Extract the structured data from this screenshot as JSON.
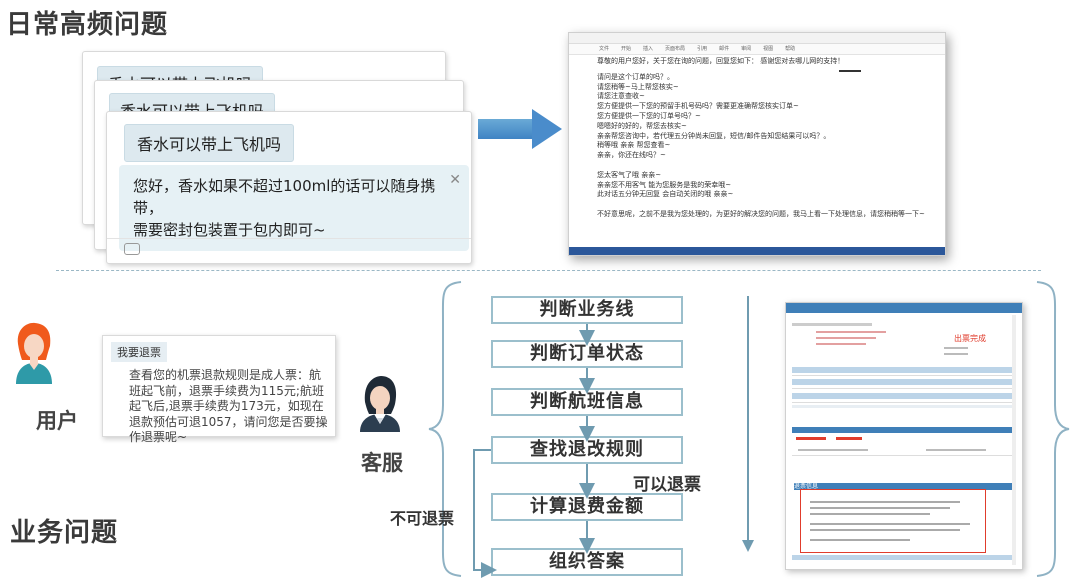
{
  "headings": {
    "top": "日常高频问题",
    "bottom": "业务问题"
  },
  "chat": {
    "question": "香水可以带上飞机吗",
    "answer_line1": "您好，香水如果不超过100ml的话可以随身携带，",
    "answer_line2": "需要密封包装置于包内即可~",
    "close_icon": "close-icon",
    "input_icon": "chat-bubble-icon"
  },
  "doc": {
    "greeting": "尊敬的用户您好，关于您在询的问题，回复您如下：  感谢您对去哪儿网的支持！",
    "lines": [
      "请问是这个订单的吗？。",
      "请您稍等~马上帮您核实~",
      "请您注意查收~",
      "您方便提供一下您的预留手机号码吗？需要更准确帮您核实订单~",
      "您方便提供一下您的订单号吗？~",
      "嗯嗯好的好的，帮您去核实~",
      "亲亲帮您咨询中，若代理五分钟尚未回复，短信/邮件告知您结果可以吗？。",
      "稍等哦  亲亲  帮您查看~",
      "亲亲，你还在线吗？~",
      "",
      "您太客气了哦  亲亲~",
      "亲亲您不用客气  能为您服务是我的荣幸哦~",
      "此对话五分钟无回复  会自动关闭的哦  亲亲~",
      "",
      "不好意思呢，之前不是我为您处理的，为更好的解决您的问题，我马上看一下处理信息，请您稍稍等一下~"
    ],
    "menu": [
      "文件",
      "开始",
      "插入",
      "页面布局",
      "引用",
      "邮件",
      "审阅",
      "视图",
      "帮助"
    ]
  },
  "user": {
    "label": "用户",
    "bubble_title": "我要退票",
    "reply": "查看您的机票退款规则是成人票：航班起飞前，退票手续费为115元;航班起飞后,退票手续费为173元，如现在退款预估可退1057，请问您是否要操作退票呢~",
    "avatar_icon": "user-avatar-icon"
  },
  "agent": {
    "label": "客服",
    "avatar_icon": "customer-service-avatar-icon"
  },
  "flow": {
    "steps": [
      "判断业务线",
      "判断订单状态",
      "判断航班信息",
      "查找退改规则",
      "计算退费金额",
      "组织答案"
    ],
    "can_refund": "可以退票",
    "cannot_refund": "不可退票"
  },
  "system": {
    "status_text": "出票完成",
    "section_title": "退票信息"
  },
  "colors": {
    "arrow": "#4a8ccb",
    "flow_border": "#9bbfcc",
    "brace": "#8fb2c4",
    "dashed": "#9ab7c5",
    "accent_red": "#e03c2c",
    "system_header": "#3f7fb8"
  }
}
